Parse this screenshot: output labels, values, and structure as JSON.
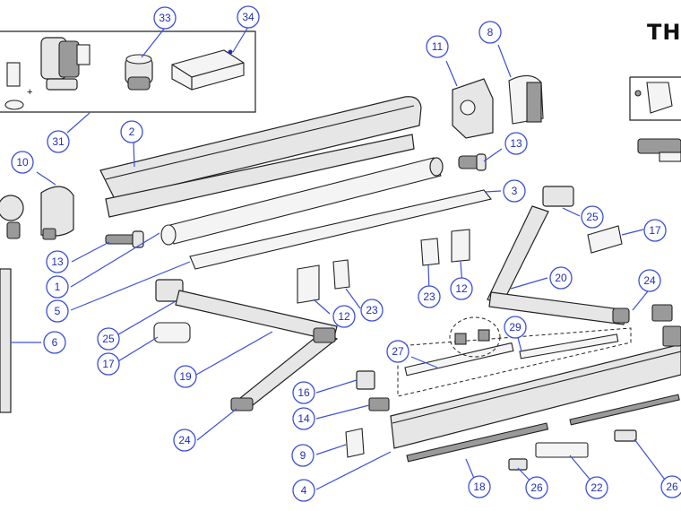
{
  "brand": "THU",
  "callout_labels": [
    "33",
    "34",
    "31",
    "11",
    "8",
    "2",
    "13",
    "10",
    "3",
    "13",
    "25",
    "17",
    "1",
    "23",
    "12",
    "5",
    "20",
    "6",
    "12",
    "23",
    "24",
    "25",
    "29",
    "17",
    "27",
    "19",
    "16",
    "14",
    "9",
    "24",
    "4",
    "18",
    "26",
    "22",
    "26"
  ]
}
